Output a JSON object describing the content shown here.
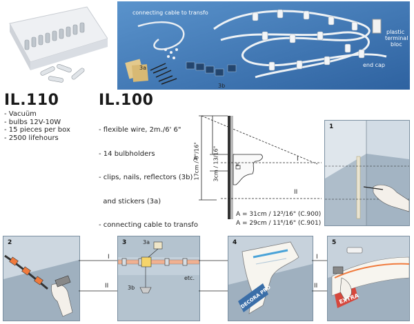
{
  "products": [
    {
      "code": "IL.110",
      "features": [
        "- Vacuüm",
        "- bulbs 12V-10W",
        "- 15 pieces per box",
        "- 2500 lifehours"
      ]
    },
    {
      "code": "IL.100",
      "features": [
        "- flexible wire, 2m./6' 6\"",
        "- 14 bulbholders",
        "- clips, nails, reflectors (3b)",
        "  and stickers (3a)",
        "- connecting cable to transfo"
      ]
    }
  ],
  "photo_labels": {
    "connecting_cable": "connecting cable to transfo",
    "plastic_terminal": [
      "plastic",
      "terminal",
      "bloc"
    ],
    "end_cap": "end cap",
    "tag_3a": "3a",
    "tag_3b": "3b"
  },
  "dimensions": {
    "height_a": "17cm / 6\"/16\"",
    "height_b": "3cm / 13/16\"",
    "letter_a": "A",
    "letter_b": "B",
    "line_i": "I",
    "line_ii": "II",
    "note_1": "A = 31cm / 12³/16\" (C.900)",
    "note_2": "A = 29cm / 11⁶/16\" (C.901)"
  },
  "steps": [
    {
      "num": "1"
    },
    {
      "num": "2"
    },
    {
      "num": "3",
      "tag_3a": "3a",
      "tag_3b": "3b",
      "etc": "etc."
    },
    {
      "num": "4",
      "brand": "DECORA PRO"
    },
    {
      "num": "5",
      "brand": "EXTRA"
    }
  ],
  "step_lines": {
    "i": "I",
    "ii": "II"
  }
}
